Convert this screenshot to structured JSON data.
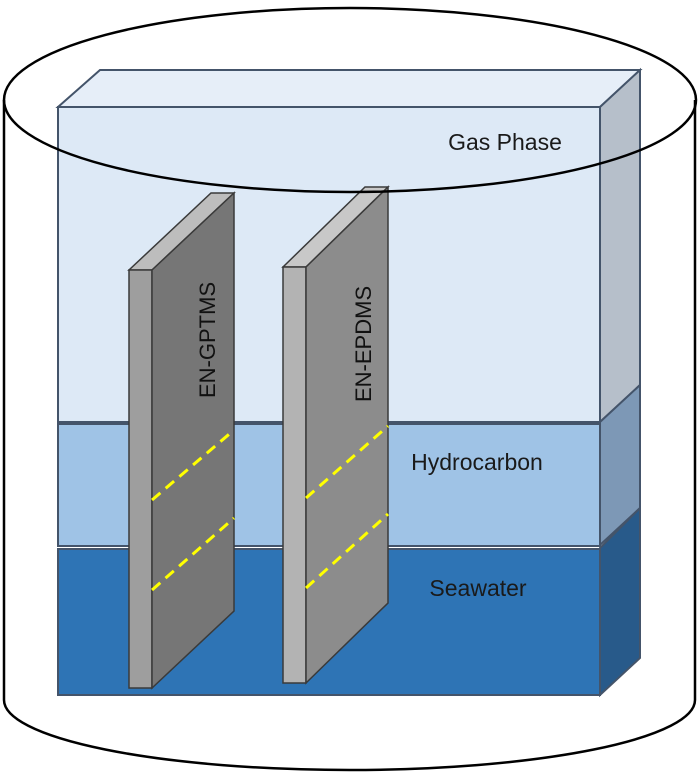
{
  "layers": {
    "gas": {
      "label": "Gas Phase",
      "front": "#dde9f6",
      "side": "#b6bfca",
      "top": "#e6eef8"
    },
    "hydrocarbon": {
      "label": "Hydrocarbon",
      "front": "#9fc3e6",
      "side": "#7d98b6",
      "top": "#b4d0ec"
    },
    "seawater": {
      "label": "Seawater",
      "front": "#2e74b5",
      "side": "#285a8a",
      "top": "#3d82c0"
    }
  },
  "panels": [
    {
      "label": "EN-GPTMS",
      "front": "#767676",
      "edge": "#9e9e9e",
      "top": "#bdbdbd"
    },
    {
      "label": "EN-EPDMS",
      "front": "#8c8c8c",
      "edge": "#b3b3b3",
      "top": "#c8c8c8"
    }
  ],
  "colors": {
    "outline": "#44546a",
    "container": "#000000",
    "marker": "#ffff00"
  }
}
